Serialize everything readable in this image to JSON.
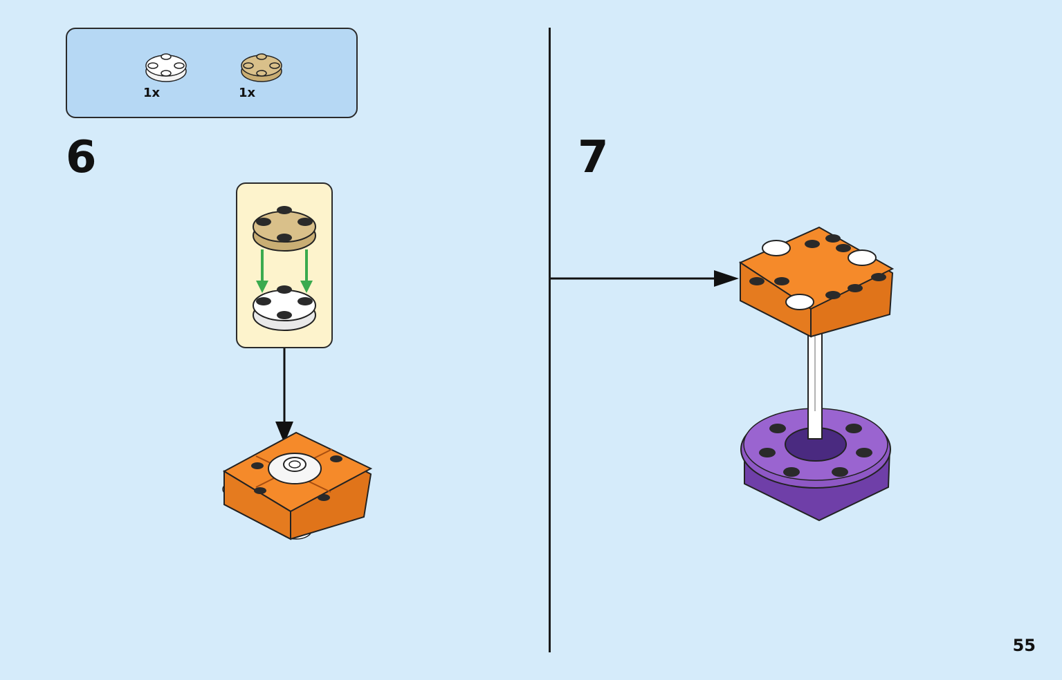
{
  "parts_list": {
    "items": [
      {
        "name": "white-round-plate",
        "color": "#ffffff",
        "quantity": "1x"
      },
      {
        "name": "tan-round-plate",
        "color": "#d9c08a",
        "quantity": "1x"
      }
    ]
  },
  "steps": [
    {
      "number": "6"
    },
    {
      "number": "7"
    }
  ],
  "colors": {
    "background": "#d5ebfa",
    "parts_box": "#b6d8f4",
    "callout": "#fdf3cc",
    "orange": "#f58a2a",
    "purple": "#8e58c5",
    "tan": "#d9c08a",
    "arrow_green": "#3aaa4e"
  },
  "page": {
    "number": "55"
  }
}
